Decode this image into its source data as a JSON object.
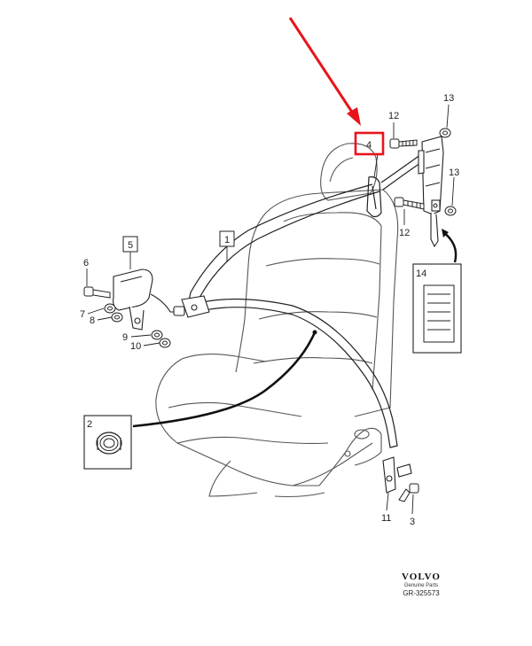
{
  "callouts": {
    "c1": "1",
    "c2": "2",
    "c3": "3",
    "c4": "4",
    "c5": "5",
    "c6": "6",
    "c7": "7",
    "c8": "8",
    "c9": "9",
    "c10": "10",
    "c11": "11",
    "c12a": "12",
    "c12b": "12",
    "c13a": "13",
    "c13b": "13",
    "c14": "14"
  },
  "brand": {
    "name": "VOLVO",
    "subtitle": "Genuine Parts",
    "code": "GR-325573"
  },
  "colors": {
    "line": "#222222",
    "highlight": "#e8141b",
    "seat": "#555555"
  }
}
